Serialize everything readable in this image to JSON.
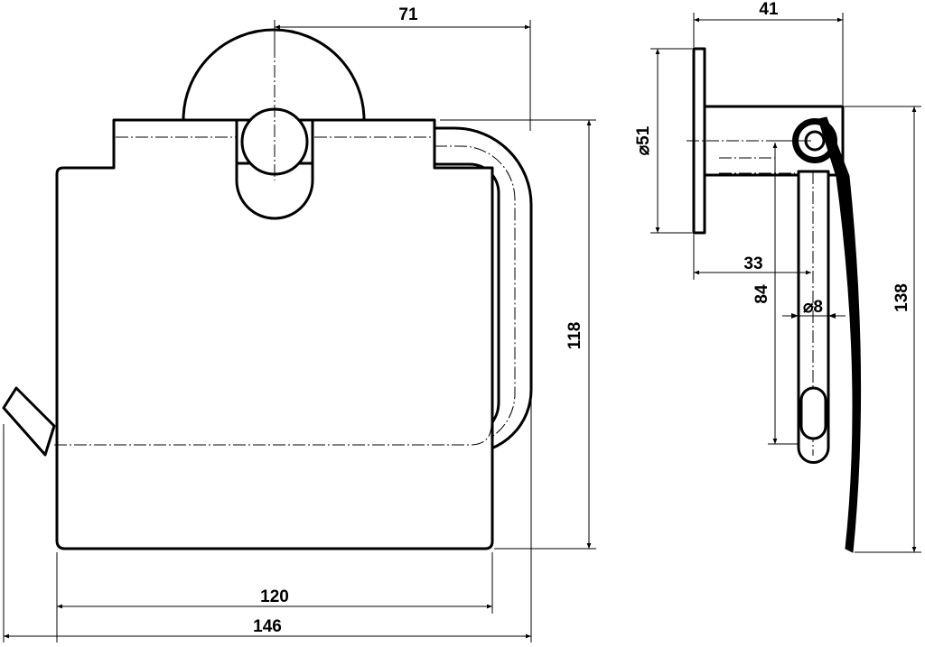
{
  "dimensions": {
    "front_top_width": "71",
    "front_height": "118",
    "front_inner_width": "120",
    "front_total_width": "146",
    "side_depth": "41",
    "side_rosette_diameter": "⌀51",
    "side_bar_offset": "33",
    "side_bar_height": "84",
    "side_bar_diameter": "⌀8",
    "side_total_height": "138"
  }
}
